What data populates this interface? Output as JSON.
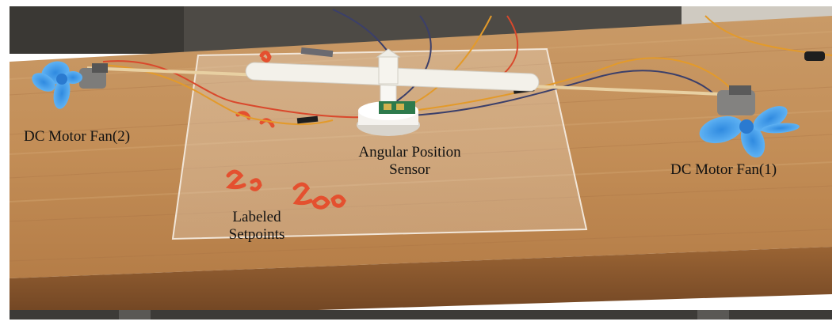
{
  "figure": {
    "description_icons": {
      "fan_left": "fan-icon",
      "fan_right": "fan-icon",
      "sensor": "sensor-icon"
    },
    "colors": {
      "wood": "#c8955f",
      "fan_blue": "#3f9be8",
      "annotation_red": "#e4502f",
      "beam": "#f3f1ea"
    }
  },
  "labels": {
    "fan2": "DC Motor Fan(2)",
    "sensor_line1": "Angular Position",
    "sensor_line2": "Sensor",
    "fan1": "DC Motor Fan(1)",
    "setpoints_line1": "Labeled",
    "setpoints_line2": "Setpoints"
  }
}
